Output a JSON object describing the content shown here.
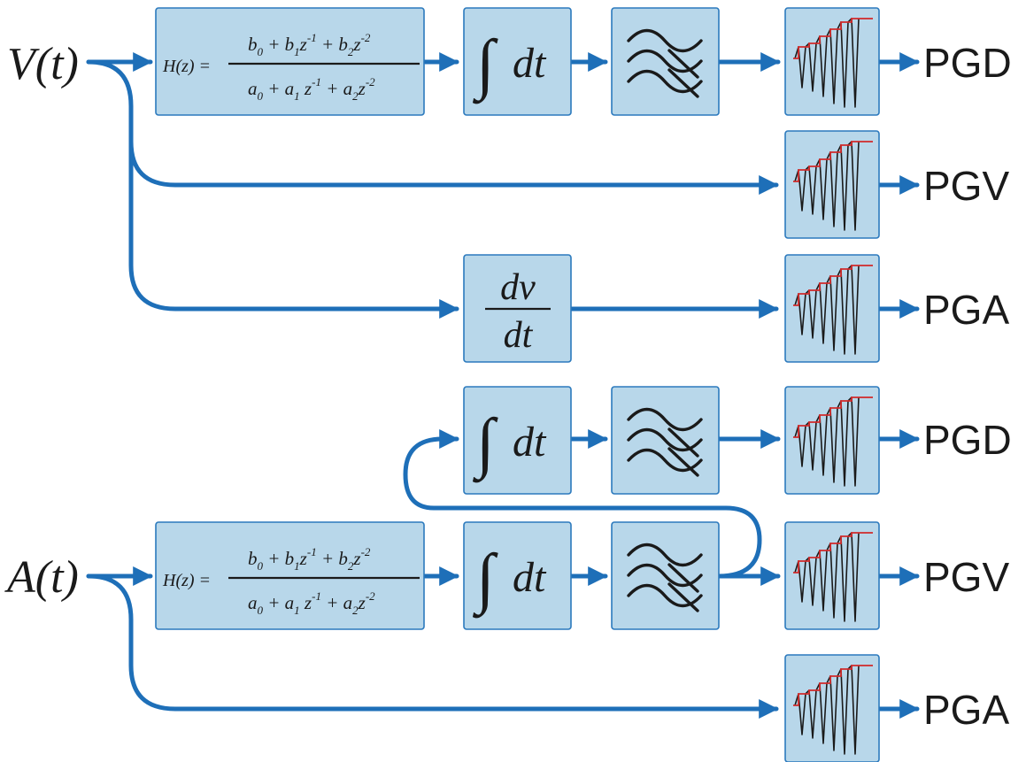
{
  "inputs": {
    "velocity": "V(t)",
    "acceleration": "A(t)"
  },
  "filter": {
    "lhs": "H(z) =",
    "numerator": [
      "b",
      "0",
      " + b",
      "1",
      "z",
      "-1",
      " + b",
      "2",
      "z",
      "-2"
    ],
    "denominator": [
      "a",
      "0",
      " + a",
      "1",
      " z",
      "-1",
      " + a",
      "2",
      "z",
      "-2"
    ]
  },
  "integrator": {
    "symbol": "∫",
    "text": "dt"
  },
  "derivative": {
    "numerator": "dv",
    "denominator": "dt"
  },
  "outputs": [
    "PGD",
    "PGV",
    "PGA",
    "PGD",
    "PGV",
    "PGA"
  ],
  "colors": {
    "wire": "#1e6fb8",
    "box_fill": "#b8d7ea",
    "box_border": "#2b79bd",
    "peak_envelope": "#d12a2a"
  },
  "icons": {
    "filter_box": "transfer-function",
    "integrator_box": "integral",
    "derivative_box": "derivative",
    "bandpass_box": "wave-crossover-icon",
    "peak_box": "peak-detector-icon"
  }
}
